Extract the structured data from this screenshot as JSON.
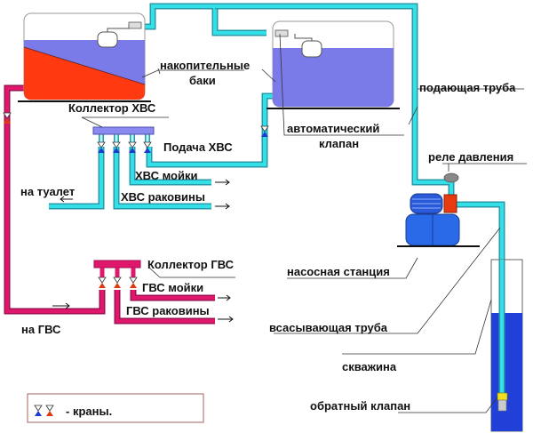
{
  "colors": {
    "cold_pipe": "#33e0e8",
    "cold_pipe_edge": "#2a9aa8",
    "hot_pipe": "#e0176a",
    "hot_pipe_edge": "#9a1050",
    "water": "#7a7ae8",
    "hot_water": "#ff3a10",
    "pump_blue": "#2a6ae8",
    "relay_red": "#e83a10",
    "well_water": "#2040d8",
    "valve_blue": "#1a3ad0",
    "valve_red": "#e03a10",
    "check_valve": "#f0e020"
  },
  "labels": {
    "storage_tanks_line1": "накопительные",
    "storage_tanks_line2": "баки",
    "cold_collector": "Коллектор ХВС",
    "cold_supply": "Подача ХВС",
    "cold_kitchen": "ХВС мойки",
    "cold_sink": "ХВС раковины",
    "toilet": "на туалет",
    "auto_valve_line1": "автоматический",
    "auto_valve_line2": "клапан",
    "supply_pipe": "подающая труба",
    "pressure_relay": "реле давления",
    "pump_station": "насосная станция",
    "suction_pipe": "всасывающая труба",
    "well": "скважина",
    "check_valve": "обратный клапан",
    "hot_collector": "Коллектор ГВС",
    "hot_kitchen": "ГВС мойки",
    "hot_sink": "ГВС раковины",
    "to_hot": "на ГВС"
  },
  "legend": {
    "text": "- краны."
  }
}
